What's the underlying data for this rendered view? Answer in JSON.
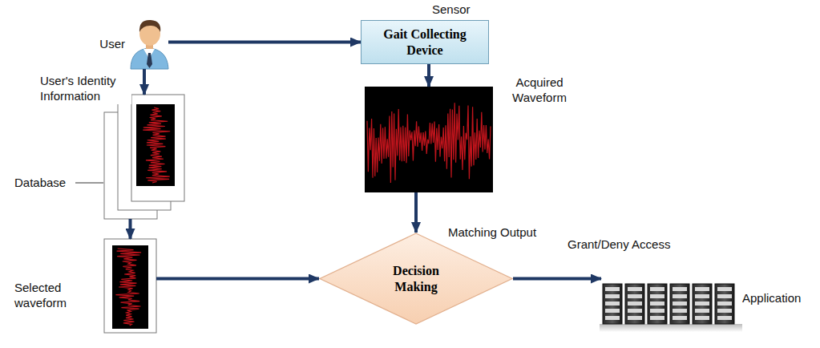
{
  "diagram": {
    "nodes": [
      {
        "text": [
          "User"
        ]
      },
      {
        "text": [
          "Sensor",
          "Gait Collecting Device"
        ]
      },
      {
        "text": [
          "Acquired Waveform"
        ]
      },
      {
        "text": [
          "Database"
        ]
      },
      {
        "text": [
          "Selected waveform"
        ]
      },
      {
        "text": [
          "Decision Making"
        ]
      },
      {
        "text": [
          "Application"
        ]
      }
    ],
    "edges": [
      {
        "from": 0,
        "to": 1,
        "arrow": "to"
      },
      {
        "from": 0,
        "to": 3,
        "label": "User's Identity Information",
        "arrow": "to"
      },
      {
        "from": 1,
        "to": 2,
        "arrow": "to"
      },
      {
        "from": 3,
        "to": 4,
        "arrow": "to"
      },
      {
        "from": 2,
        "to": 5,
        "arrow": "to"
      },
      {
        "from": 4,
        "to": 5,
        "arrow": "to"
      },
      {
        "from": 5,
        "to": 6,
        "label": "Grant/Deny Access",
        "arrow": "to"
      }
    ],
    "labels": [
      "Matching Output"
    ]
  }
}
